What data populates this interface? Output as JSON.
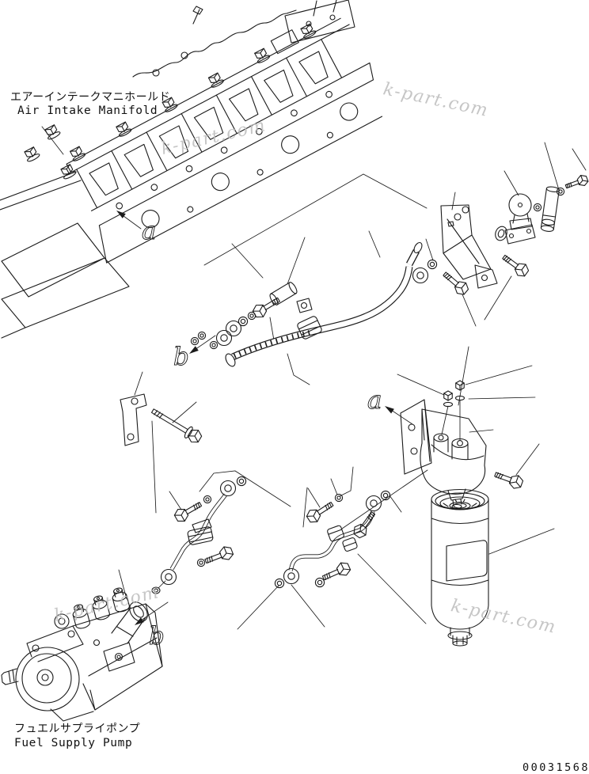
{
  "page": {
    "background": "#ffffff",
    "line_color": "#1b1b1b",
    "doc_number": "00031568"
  },
  "labels": {
    "air_intake_manifold": {
      "jp": "エアーインテークマニホールド",
      "en": "Air Intake Manifold"
    },
    "fuel_supply_pump": {
      "jp": "フュエルサプライポンプ",
      "en": "Fuel Supply Pump"
    }
  },
  "markers": {
    "a": "a",
    "b": "b"
  },
  "watermark": {
    "text": "k-part.com",
    "color": "#bdbdbd"
  }
}
